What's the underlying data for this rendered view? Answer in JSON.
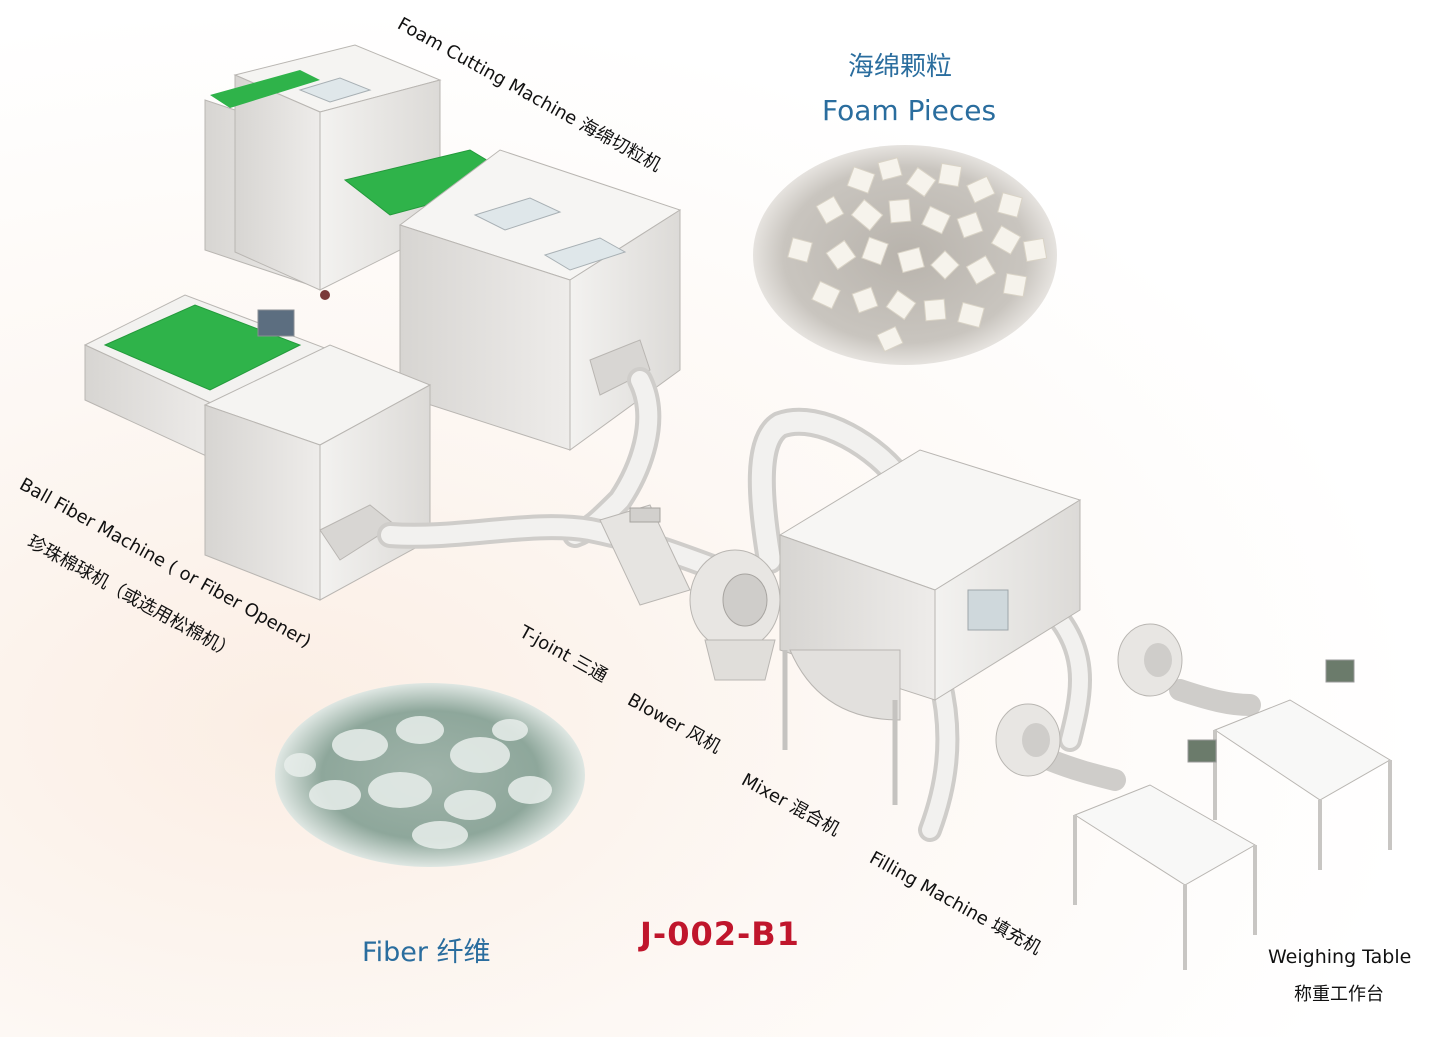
{
  "model_code": "J-002-B1",
  "foam_pieces": {
    "title_cn": "海绵颗粒",
    "title_en": "Foam Pieces"
  },
  "fiber": {
    "title": "Fiber 纤维"
  },
  "machines": {
    "foam_cutting": "Foam Cutting Machine  海绵切粒机",
    "ball_fiber_en": "Ball Fiber Machine ( or Fiber Opener)",
    "ball_fiber_cn": "珍珠棉球机（或选用松棉机）",
    "t_joint": "T-joint 三通",
    "blower": "Blower 风机",
    "mixer": "Mixer 混合机",
    "filling": "Filling Machine 填充机",
    "weighing_en": "Weighing Table",
    "weighing_cn": "称重工作台"
  },
  "colors": {
    "title_blue": "#2a6d9e",
    "model_red": "#c0162c",
    "conveyor_green": "#2fb34a",
    "machine_body": "#e9e7e4"
  }
}
